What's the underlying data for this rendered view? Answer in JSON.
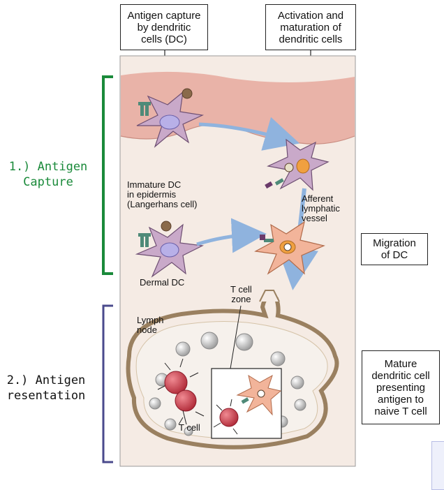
{
  "header": {
    "left": "Antigen capture\nby dendritic\ncells (DC)",
    "right": "Activation and\nmaturation of\ndendritic cells"
  },
  "side_boxes": {
    "migration": "Migration\nof DC",
    "mature": "Mature\ndendritic cell\npresenting\nantigen to\nnaive T cell"
  },
  "stages": {
    "capture": "1.) Antigen\nCapture",
    "presentation": "2.) Antigen\nresentation"
  },
  "captions": {
    "immature_dc": "Immature DC\nin epidermis\n(Langerhans cell)",
    "afferent": "Afferent\nlymphatic\nvessel",
    "dermal_dc": "Dermal DC",
    "t_cell_zone": "T cell\nzone",
    "lymph_node": "Lymph\nnode",
    "t_cell": "T cell"
  },
  "colors": {
    "capture_bracket": "#1a8a3a",
    "presentation_bracket": "#4a4a8c",
    "epidermis": "#e9b3a8",
    "dermis": "#f3e3da",
    "immature_dc": "#c9a9c9",
    "mature_dc": "#f2b49a",
    "t_cell": "#c43a48",
    "arrow": "#8fb3de"
  }
}
